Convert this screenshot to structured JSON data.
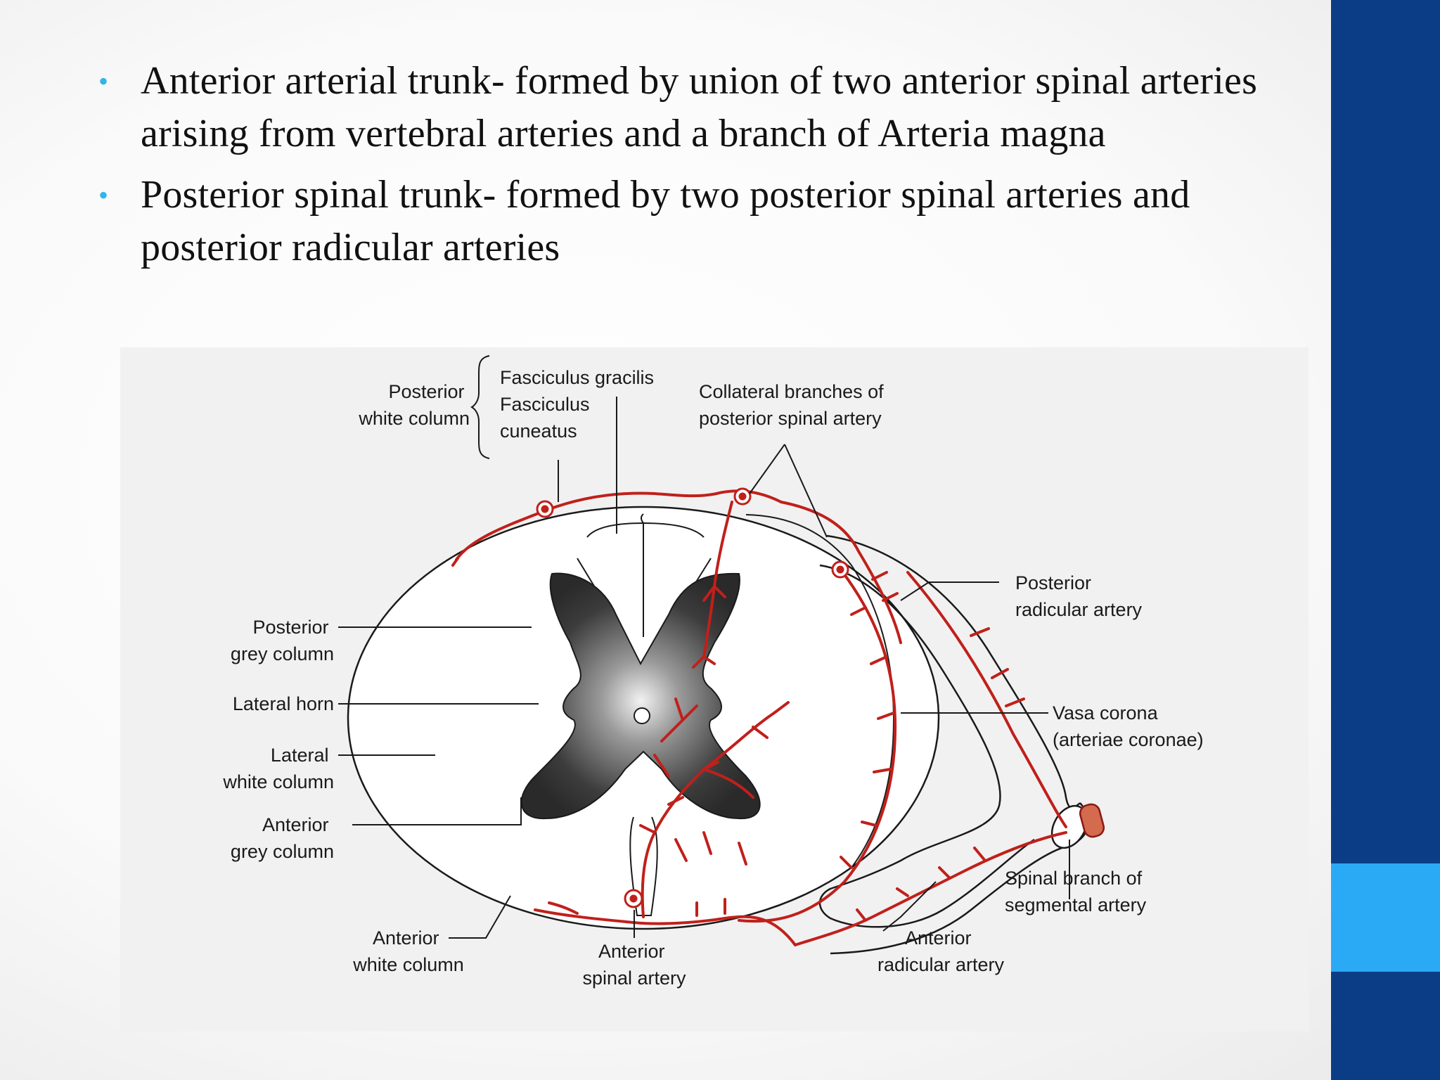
{
  "slide": {
    "bullets": [
      {
        "text": "Anterior arterial trunk- formed by union of two anterior spinal arteries arising from vertebral arteries and  a branch  of  Arteria magna"
      },
      {
        "text": "Posterior spinal trunk- formed by two posterior spinal arteries and posterior radicular arteries"
      }
    ],
    "colors": {
      "sidebar": "#0b3d86",
      "accent": "#2aa9f5",
      "bullet": "#33b5ea",
      "artery": "#c0201b"
    }
  },
  "diagram": {
    "labels": {
      "posterior_white_column": [
        "Posterior",
        "white column"
      ],
      "fasciculus_gracilis": "Fasciculus gracilis",
      "fasciculus_cuneatus": [
        "Fasciculus",
        "cuneatus"
      ],
      "collateral_branches": [
        "Collateral branches of",
        "posterior spinal artery"
      ],
      "posterior_radicular_artery": [
        "Posterior",
        "radicular artery"
      ],
      "posterior_grey_column": [
        "Posterior",
        "grey column"
      ],
      "lateral_horn": "Lateral horn",
      "lateral_white_column": [
        "Lateral",
        "white column"
      ],
      "anterior_grey_column": [
        "Anterior",
        "grey column"
      ],
      "vasa_corona": [
        "Vasa corona",
        "(arteriae coronae)"
      ],
      "spinal_branch": [
        "Spinal branch of",
        "segmental artery"
      ],
      "anterior_white_column": [
        "Anterior",
        "white column"
      ],
      "anterior_spinal_artery": [
        "Anterior",
        "spinal artery"
      ],
      "anterior_radicular_artery": [
        "Anterior",
        "radicular artery"
      ]
    }
  }
}
